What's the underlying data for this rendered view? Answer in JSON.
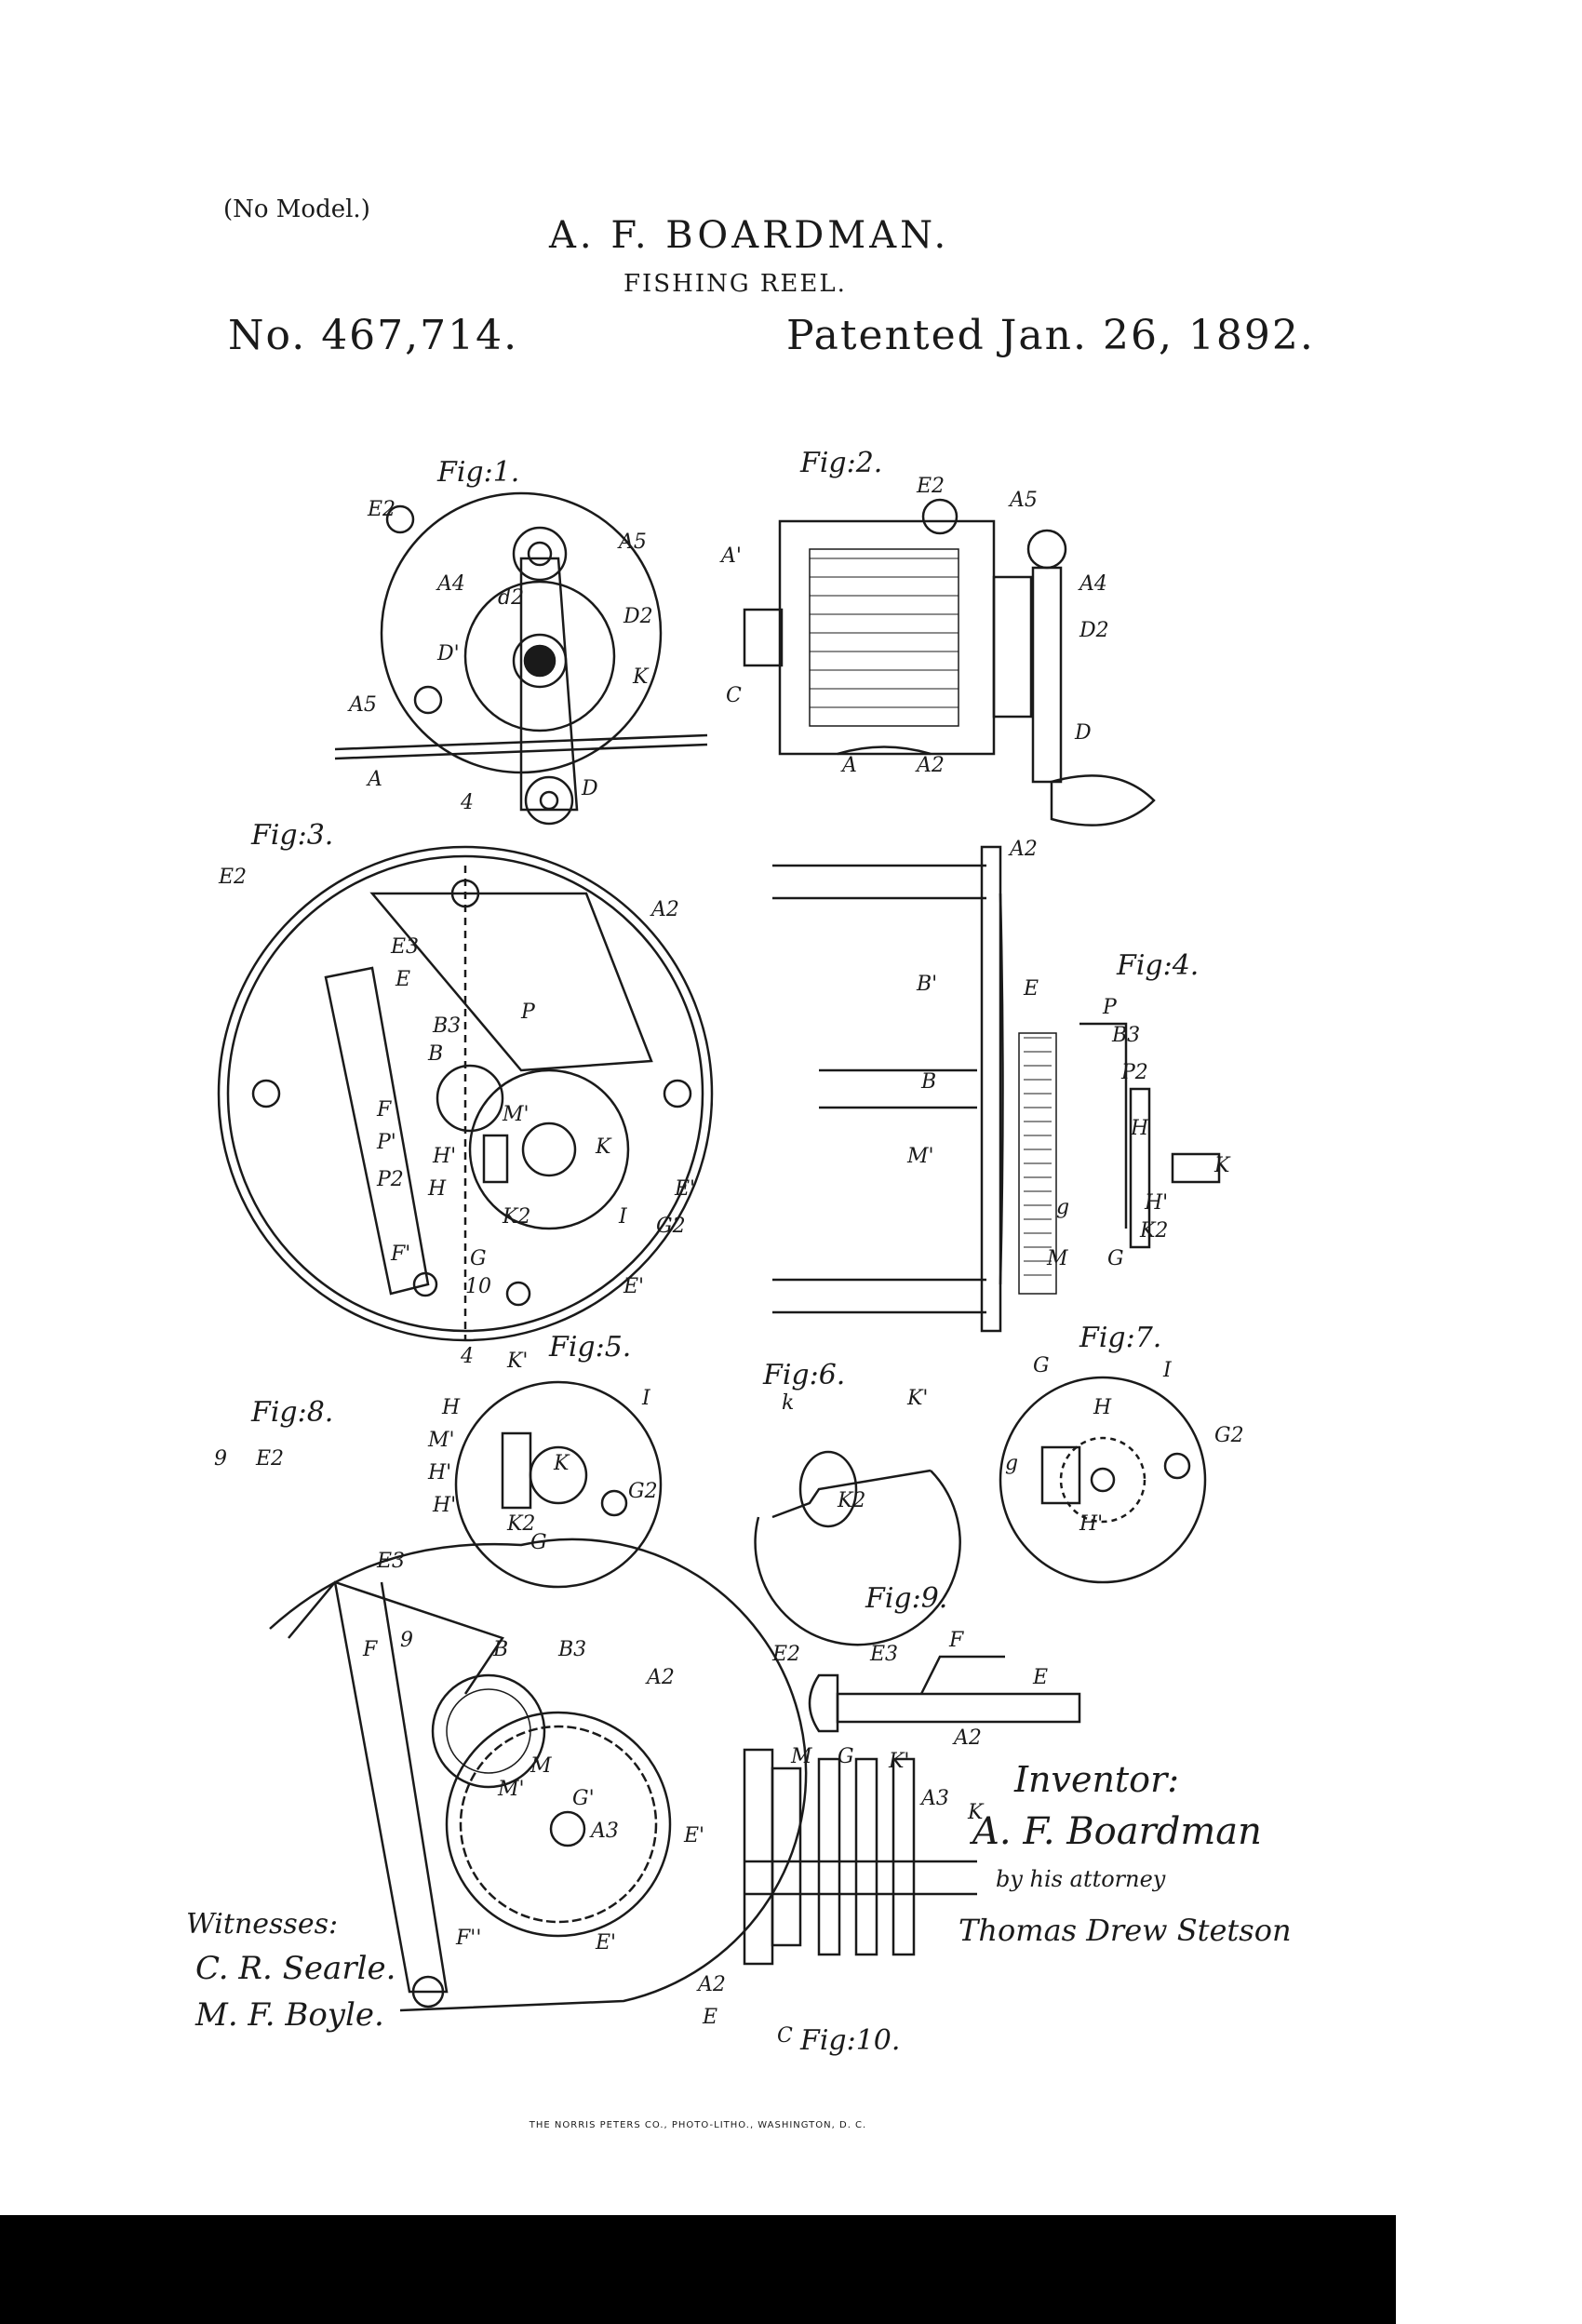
{
  "header": {
    "no_model": "(No Model.)",
    "inventor": "A. F. BOARDMAN.",
    "title": "FISHING REEL.",
    "patent_number": "No. 467,714.",
    "patent_date": "Patented Jan. 26, 1892."
  },
  "figures": {
    "fig1": "Fig:1.",
    "fig2": "Fig:2.",
    "fig3": "Fig:3.",
    "fig4": "Fig:4.",
    "fig5": "Fig:5.",
    "fig6": "Fig:6.",
    "fig7": "Fig:7.",
    "fig8": "Fig:8.",
    "fig9": "Fig:9.",
    "fig10": "Fig:10."
  },
  "labels": {
    "E2": "E2",
    "A5": "A5",
    "A4": "A4",
    "d2": "d2",
    "D2": "D2",
    "D1": "D'",
    "K": "K",
    "A": "A",
    "D": "D",
    "A1": "A'",
    "C": "C",
    "A2": "A2",
    "E3": "E3",
    "E": "E",
    "B3": "B3",
    "P": "P",
    "B": "B",
    "F": "F",
    "P1": "P'",
    "P2": "P2",
    "H1": "H'",
    "H": "H",
    "M1": "M'",
    "K2": "K2",
    "F1": "F'",
    "G": "G",
    "E1": "E'",
    "G2": "G2",
    "I": "I",
    "B1": "B'",
    "M": "M",
    "g": "g",
    "K1": "K'",
    "G1": "G'",
    "A3": "A3",
    "k": "k",
    "n4": "4",
    "n10": "10",
    "n9": "9",
    "F11": "F''"
  },
  "signatures": {
    "witnesses_label": "Witnesses:",
    "witness1": "C. R. Searle.",
    "witness2": "M. F. Boyle.",
    "inventor_label": "Inventor:",
    "inventor_signature": "A. F. Boardman",
    "by_attorney": "by his attorney",
    "attorney": "Thomas Drew Stetson"
  },
  "footer": {
    "printer": "THE NORRIS PETERS CO., PHOTO-LITHO., WASHINGTON, D. C."
  }
}
